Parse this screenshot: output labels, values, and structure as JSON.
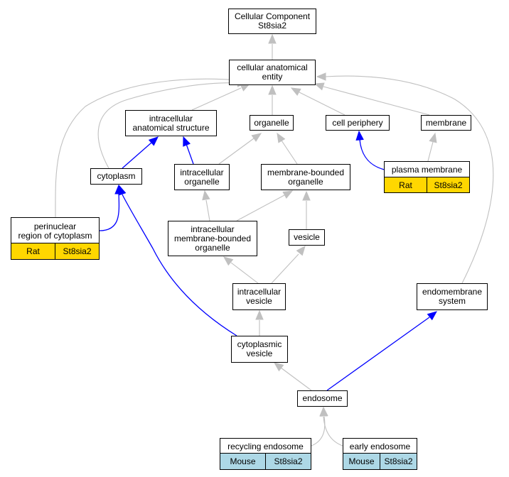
{
  "colors": {
    "gray_edge": "#c0c0c0",
    "blue_edge": "#0000ff",
    "rat_fill": "#ffd700",
    "mouse_fill": "#add8e6"
  },
  "nodes": {
    "cc_root": "Cellular Component\nSt8sia2",
    "cae": "cellular anatomical\nentity",
    "ias": "intracellular\nanatomical structure",
    "organelle": "organelle",
    "cell_periphery": "cell periphery",
    "membrane": "membrane",
    "cytoplasm": "cytoplasm",
    "intra_org": "intracellular\norganelle",
    "mbo": "membrane-bounded\norganelle",
    "imbo": "intracellular\nmembrane-bounded\norganelle",
    "vesicle": "vesicle",
    "ivesicle": "intracellular\nvesicle",
    "endomembrane": "endomembrane\nsystem",
    "cvesicle": "cytoplasmic\nvesicle",
    "endosome": "endosome"
  },
  "annotated": {
    "plasma_membrane": {
      "label": "plasma membrane",
      "species": "Rat",
      "gene": "St8sia2"
    },
    "perinuclear": {
      "label": "perinuclear\nregion of cytoplasm",
      "species": "Rat",
      "gene": "St8sia2"
    },
    "recycling": {
      "label": "recycling endosome",
      "species": "Mouse",
      "gene": "St8sia2"
    },
    "early": {
      "label": "early endosome",
      "species": "Mouse",
      "gene": "St8sia2"
    }
  }
}
